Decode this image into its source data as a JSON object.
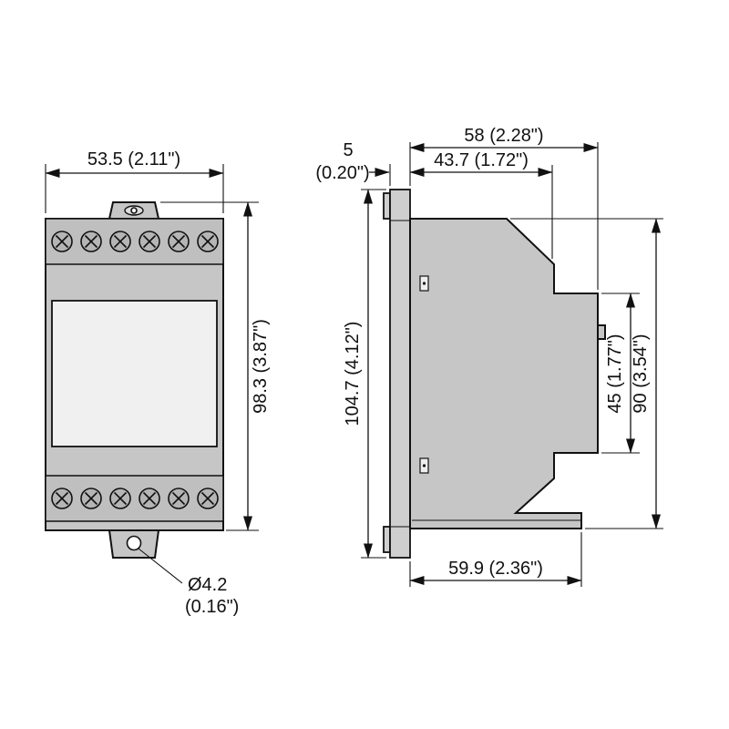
{
  "front_view": {
    "width": "53.5 (2.11\")",
    "height": "98.3 (3.87\")",
    "hole_diameter": "Ø4.2",
    "hole_diameter_inches": "(0.16\")"
  },
  "side_view": {
    "rear_offset": "5",
    "rear_offset_inches": "(0.20\")",
    "depth_total": "58 (2.28\")",
    "depth_upper": "43.7 (1.72\")",
    "height_total": "104.7 (4.12\")",
    "height_body": "90 (3.54\")",
    "height_front": "45 (1.77\")",
    "depth_bottom": "59.9 (2.36\")"
  },
  "colors": {
    "line": "#111111",
    "body_fill": "#c6c6c6",
    "panel_fill": "#f0f0f0",
    "background": "#ffffff"
  }
}
